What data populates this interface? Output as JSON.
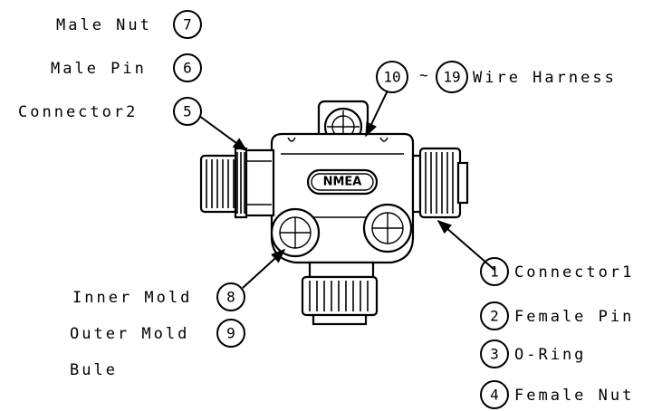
{
  "parts": [
    {
      "num": "7",
      "label": "Male Nut"
    },
    {
      "num": "6",
      "label": "Male Pin"
    },
    {
      "num": "5",
      "label": "Connector2"
    },
    {
      "num": "10",
      "label": ""
    },
    {
      "num": "19",
      "label": "Wire Harness"
    },
    {
      "num": "1",
      "label": "Connector1"
    },
    {
      "num": "2",
      "label": "Female Pin"
    },
    {
      "num": "3",
      "label": "O-Ring"
    },
    {
      "num": "4",
      "label": "Female Nut"
    },
    {
      "num": "8",
      "label": "Inner Mold"
    },
    {
      "num": "9",
      "label": "Outer Mold"
    }
  ],
  "range_symbol": "~",
  "extra_label": "Bule",
  "badge_text": "NMEA"
}
